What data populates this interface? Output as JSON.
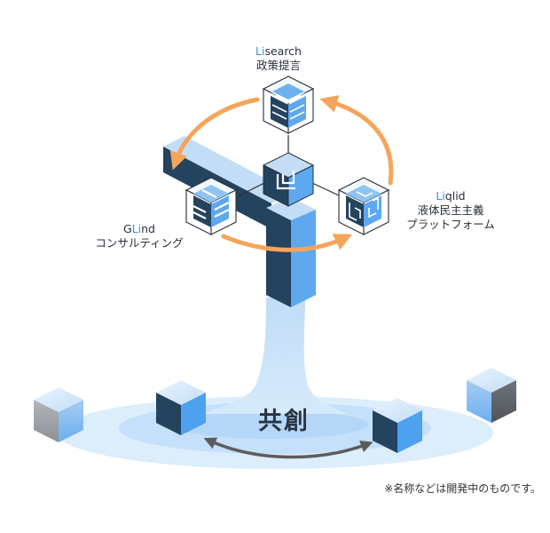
{
  "lisearch": {
    "name_highlight": "Li",
    "name_rest": "search",
    "subtitle": "政策提言"
  },
  "glind": {
    "name_plain_start": "G",
    "name_highlight": "Li",
    "name_rest": "nd",
    "subtitle": "コンサルティング"
  },
  "liqlid": {
    "name_highlight": "Li",
    "name_rest": "qlid",
    "subtitle_line1": "液体民主主義",
    "subtitle_line2": "プラットフォーム"
  },
  "center_label": "共創",
  "footnote": "※名称などは開発中のものです。",
  "colors": {
    "navy": "#24435f",
    "blue": "#4ea1ee",
    "light_blue": "#cfe6fb",
    "orange_arrow": "#f5a55a",
    "gray_arrow": "#5c5c5c"
  },
  "icons": [
    "center-logo-icon",
    "cycle-arrow-icon",
    "double-arrow-icon"
  ]
}
